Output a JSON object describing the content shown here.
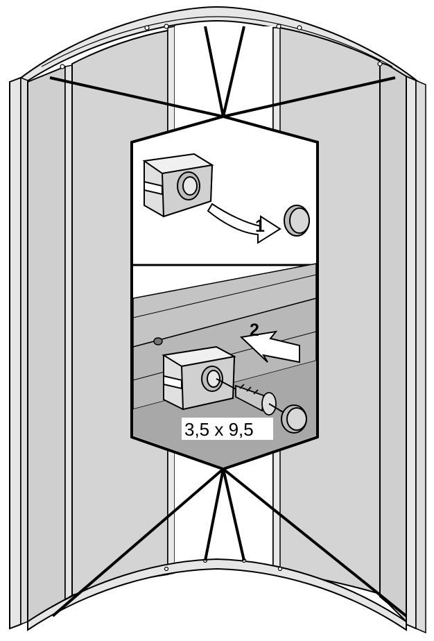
{
  "diagram": {
    "steps": [
      {
        "number": "1"
      },
      {
        "number": "2"
      }
    ],
    "screw_dimension": "3,5 x 9,5",
    "colors": {
      "panel_fill": "#d2d2d2",
      "frame_fill": "#e6e6e6",
      "glass_fill": "#bdbdbd",
      "line": "#000000"
    },
    "icons": [
      "clip-bracket-icon",
      "cover-cap-icon",
      "screw-icon",
      "curved-arrow-icon",
      "push-arrow-icon"
    ]
  }
}
